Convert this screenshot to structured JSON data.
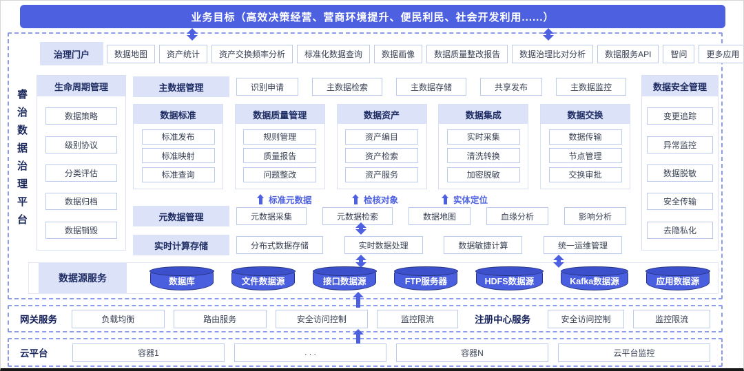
{
  "banner": {
    "text": "业务目标（高效决策经营、营商环境提升、便民利民、社会开发利用......）"
  },
  "platform": {
    "vertical_title": "睿治数据治理平台",
    "portal": {
      "label": "治理门户",
      "items": [
        "数据地图",
        "资产统计",
        "资产交换频率分析",
        "标准化数据查询",
        "数据画像",
        "数据质量整改报告",
        "数据治理比对分析",
        "数据服务API",
        "智问",
        "更多应用"
      ]
    },
    "lifecycle": {
      "label": "生命周期管理",
      "items": [
        "数据策略",
        "级别协议",
        "分类评估",
        "数据归档",
        "数据销毁"
      ]
    },
    "master_data": {
      "label": "主数据管理",
      "items": [
        "识别申请",
        "主数据检索",
        "主数据存储",
        "共享发布",
        "主数据监控"
      ]
    },
    "modules": [
      {
        "label": "数据标准",
        "items": [
          "标准发布",
          "标准映射",
          "标准查询"
        ]
      },
      {
        "label": "数据质量管理",
        "items": [
          "规则管理",
          "质量报告",
          "问题整改"
        ]
      },
      {
        "label": "数据资产",
        "items": [
          "资产编目",
          "资产检索",
          "资产服务"
        ]
      },
      {
        "label": "数据集成",
        "items": [
          "实时采集",
          "清洗转换",
          "加密脱敏"
        ]
      },
      {
        "label": "数据交换",
        "items": [
          "数据传输",
          "节点管理",
          "交换审批"
        ]
      }
    ],
    "flow_labels": [
      "标准元数据",
      "检核对象",
      "实体定位"
    ],
    "security": {
      "label": "数据安全管理",
      "items": [
        "变更追踪",
        "异常监控",
        "数据脱敏",
        "安全传输",
        "去隐私化"
      ]
    },
    "metadata": {
      "label": "元数据管理",
      "items": [
        "元数据采集",
        "元数据检索",
        "数据地图",
        "血缘分析",
        "影响分析"
      ]
    },
    "realtime": {
      "label": "实时计算存储",
      "items": [
        "分布式数据存储",
        "实时数据处理",
        "数据敏捷计算",
        "统一运维管理"
      ]
    },
    "datasource": {
      "label": "数据源服务",
      "items": [
        "数据库",
        "文件数据源",
        "接口数据源",
        "FTP服务器",
        "HDFS数据源",
        "Kafka数据源",
        "应用数据源"
      ]
    }
  },
  "gateway": {
    "label": "网关服务",
    "items": [
      "负载均衡",
      "路由服务",
      "安全访问控制",
      "监控限流"
    ],
    "registry": {
      "label": "注册中心服务",
      "items": [
        "安全访问控制",
        "监控限流"
      ]
    }
  },
  "cloud": {
    "label": "云平台",
    "items": [
      "容器1",
      ". . .",
      "容器N",
      "云平台监控"
    ]
  },
  "colors": {
    "accent": "#4d61e0",
    "header_bg": "#dce3f8",
    "box_border": "#bcc9ee",
    "dashed_border": "#8b9bee",
    "cylinder": "#4a5fdf"
  }
}
